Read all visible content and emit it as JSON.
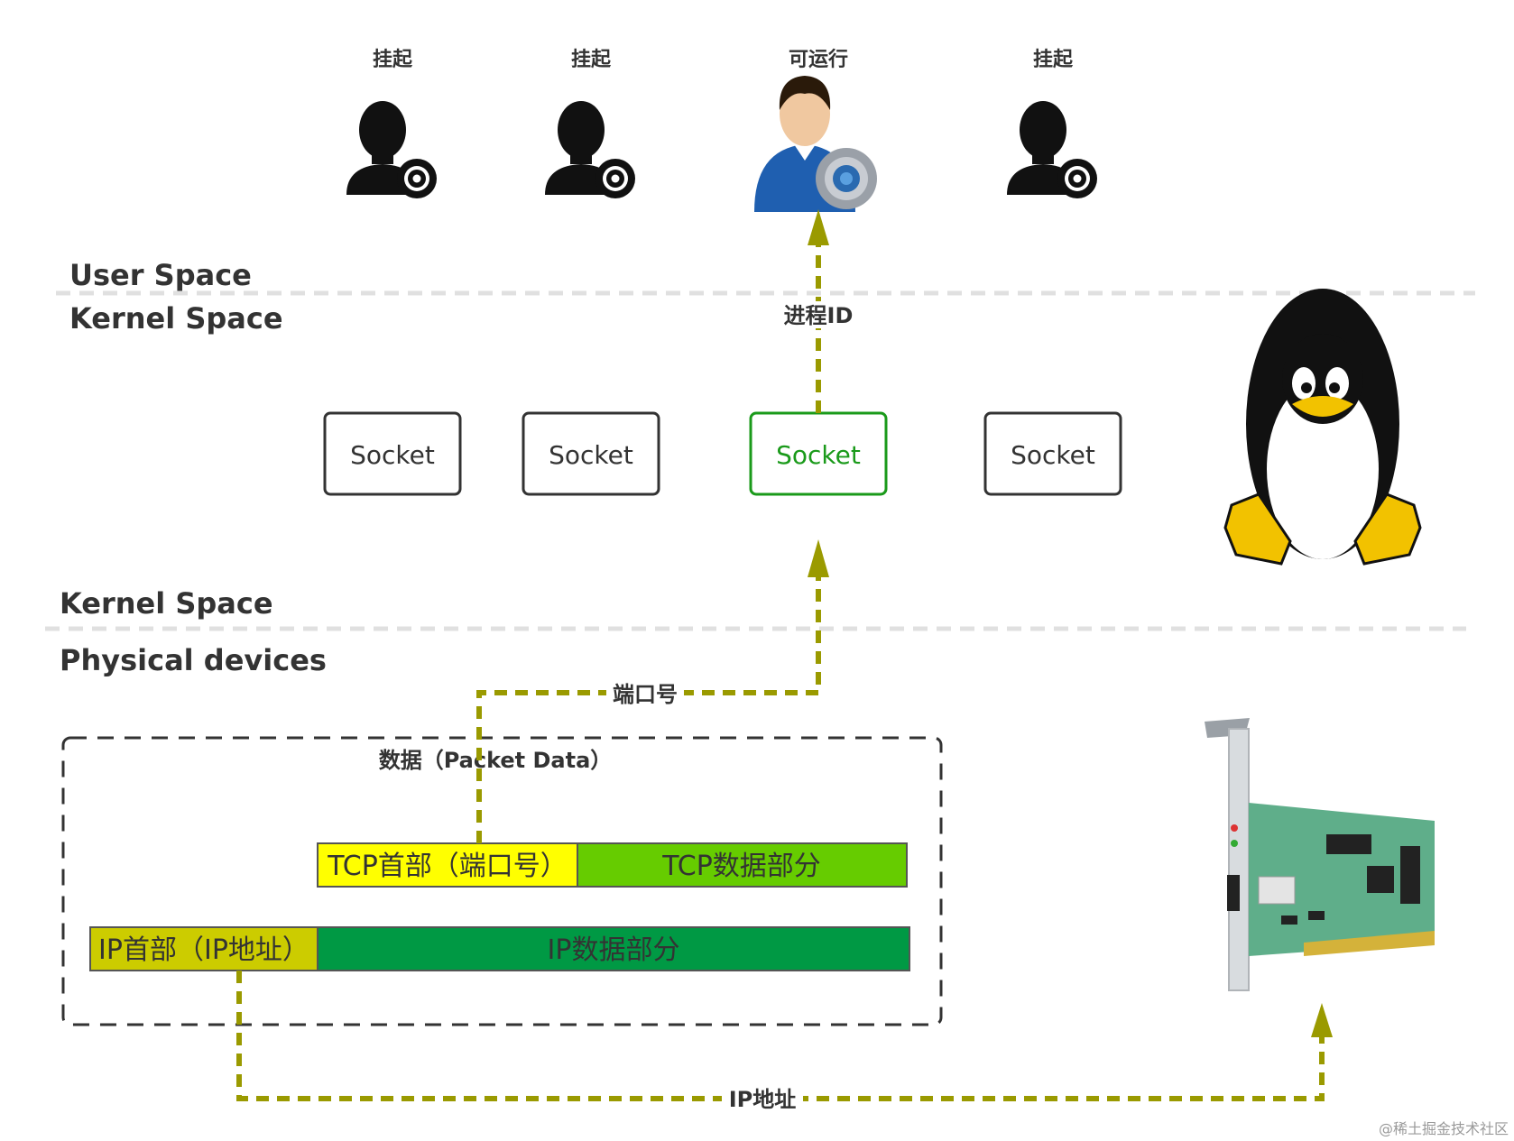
{
  "processes": [
    {
      "state": "挂起",
      "active": false
    },
    {
      "state": "挂起",
      "active": false
    },
    {
      "state": "可运行",
      "active": true
    },
    {
      "state": "挂起",
      "active": false
    }
  ],
  "layers": {
    "user_space": "User Space",
    "kernel_space_top": "Kernel Space",
    "kernel_space_bottom": "Kernel Space",
    "physical_devices": "Physical devices"
  },
  "sockets": [
    "Socket",
    "Socket",
    "Socket",
    "Socket"
  ],
  "edges": {
    "process_id": "进程ID",
    "port": "端口号",
    "ip": "IP地址"
  },
  "packet": {
    "title": "数据（Packet Data）",
    "tcp_header": "TCP首部（端口号）",
    "tcp_data": "TCP数据部分",
    "ip_header": "IP首部（IP地址）",
    "ip_data": "IP数据部分"
  },
  "watermark": "@稀土掘金技术社区",
  "colors": {
    "arrow": "#9a9a00",
    "active_socket": "#1a9a1a",
    "tcp_header": "#ffff00",
    "tcp_data": "#66cc00",
    "ip_header": "#cccc00",
    "ip_data": "#009944",
    "separator": "#e0e0e0"
  },
  "icons": {
    "user": "user-gear-icon",
    "active_user": "user-gear-color-icon",
    "linux": "tux-penguin-icon",
    "nic": "network-card-icon"
  }
}
